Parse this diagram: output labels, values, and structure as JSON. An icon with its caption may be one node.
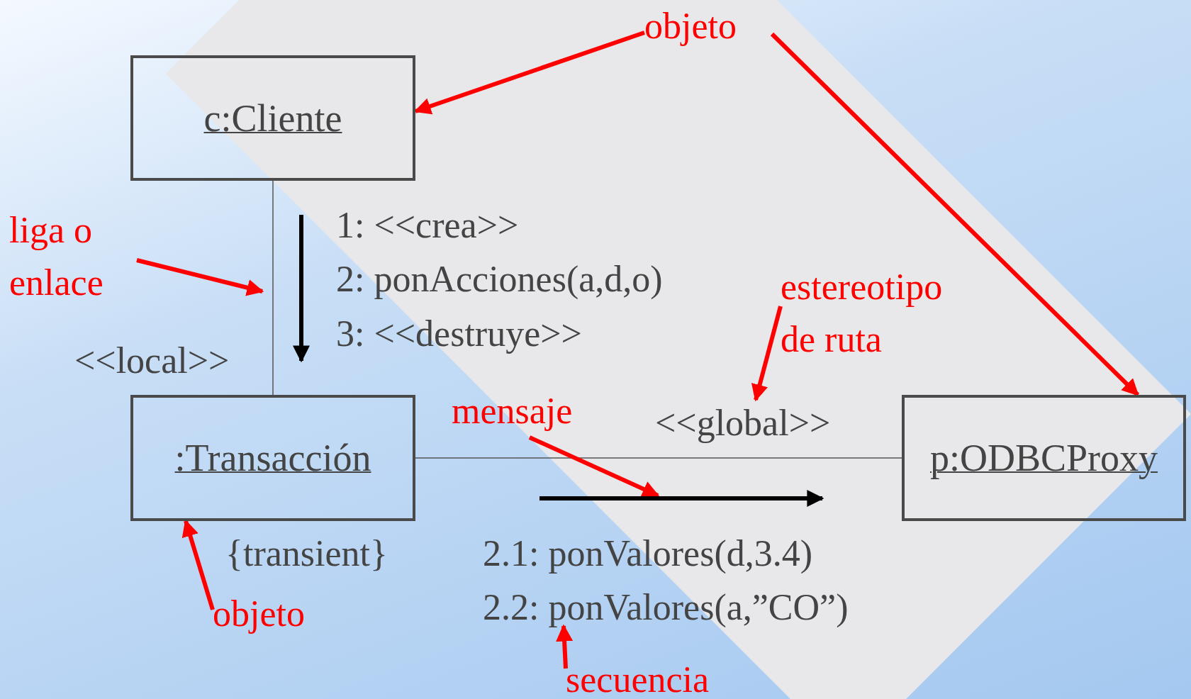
{
  "diagram": {
    "nodes": [
      {
        "text": [
          "c:Cliente"
        ]
      },
      {
        "text": [
          ":Transacción"
        ],
        "beside": [
          "{transient}"
        ]
      },
      {
        "text": [
          "p:ODBCProxy"
        ]
      },
      {
        "text": [
          "objeto"
        ]
      },
      {
        "text": [
          "liga o enlace"
        ]
      },
      {
        "text": [
          "estereotipo de ruta"
        ]
      },
      {
        "text": [
          "mensaje"
        ]
      },
      {
        "text": [
          "objeto"
        ]
      },
      {
        "text": [
          "secuencia"
        ]
      },
      {
        "text": [
          "2.2: ponValores(a,”CO”)"
        ]
      }
    ],
    "edges": [
      {
        "from": 0,
        "to": 1,
        "arrow": "none",
        "label": "<<local>>",
        "color": "#555555"
      },
      {
        "from": 1,
        "to": 2,
        "arrow": "none",
        "label": "<<global>>",
        "color": "#555555"
      },
      {
        "from": 3,
        "to": 0,
        "arrow": "to"
      },
      {
        "from": 3,
        "to": 2,
        "arrow": "to"
      },
      {
        "from": 4,
        "to": null,
        "arrow": "to"
      },
      {
        "from": 5,
        "to": null,
        "arrow": "to"
      },
      {
        "from": 6,
        "to": null,
        "arrow": "to"
      },
      {
        "from": 7,
        "to": 1,
        "arrow": "to"
      },
      {
        "from": 8,
        "to": 9,
        "arrow": "to"
      }
    ],
    "labels": [
      "1: <<crea>>",
      "2: ponAcciones(a,d,o)",
      "3: <<destruye>>",
      "2.1: ponValores(d,3.4)"
    ]
  }
}
